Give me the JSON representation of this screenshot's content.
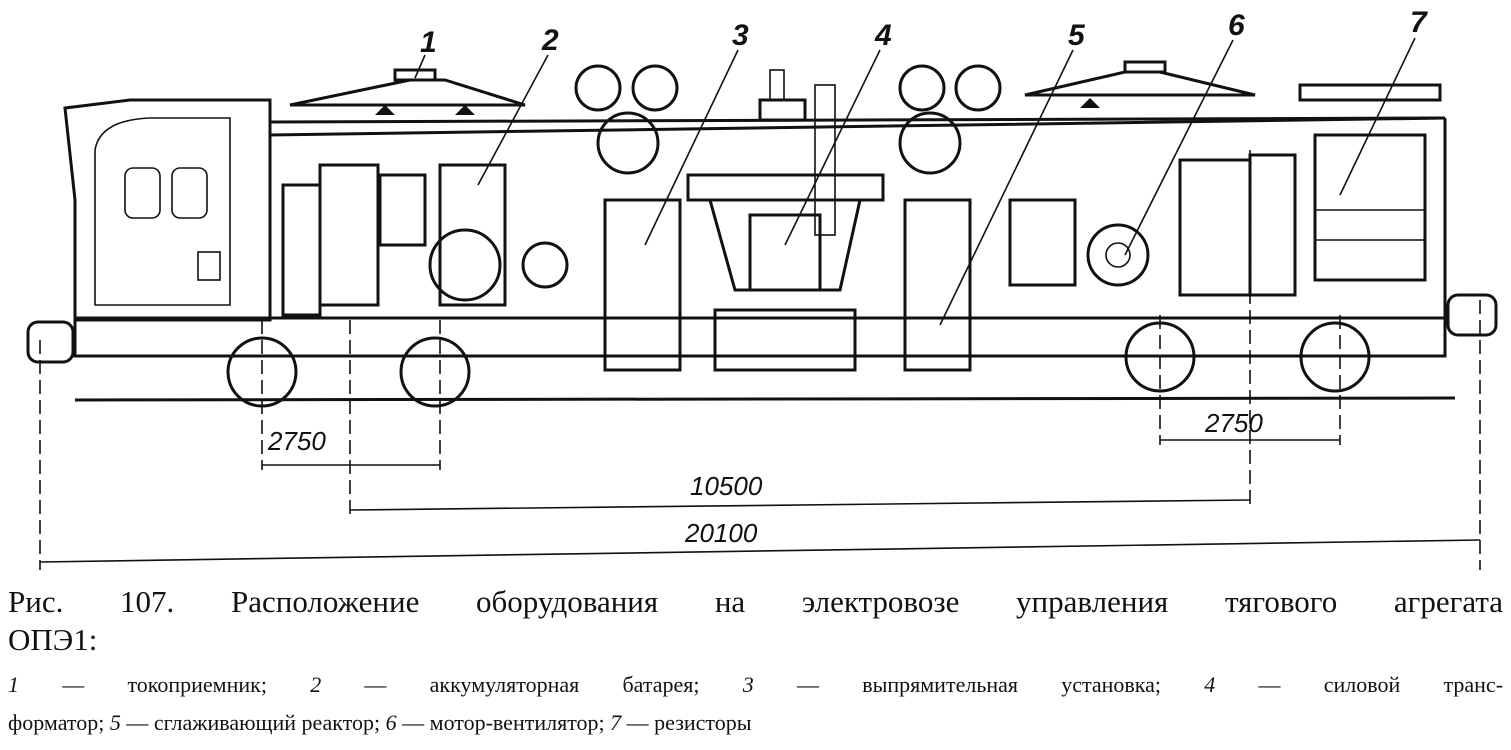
{
  "callouts": [
    "1",
    "2",
    "3",
    "4",
    "5",
    "6",
    "7"
  ],
  "dimensions": {
    "left_bogie": "2750",
    "right_bogie": "2750",
    "bogie_centers": "10500",
    "overall_length": "20100"
  },
  "caption": {
    "title": "Рис. 107. Расположение оборудования на электровозе управления тягового агрегата",
    "title_cont": "ОПЭ1:",
    "legend": [
      {
        "num": "1",
        "text": "токоприемник;"
      },
      {
        "num": "2",
        "text": "аккумуляторная батарея;"
      },
      {
        "num": "3",
        "text": "выпрямительная установка;"
      },
      {
        "num": "4",
        "text": "силовой транс-"
      },
      {
        "num": "",
        "text": "форматор;"
      },
      {
        "num": "5",
        "text": "сглаживающий реактор;"
      },
      {
        "num": "6",
        "text": "мотор-вентилятор;"
      },
      {
        "num": "7",
        "text": "резисторы"
      }
    ]
  }
}
